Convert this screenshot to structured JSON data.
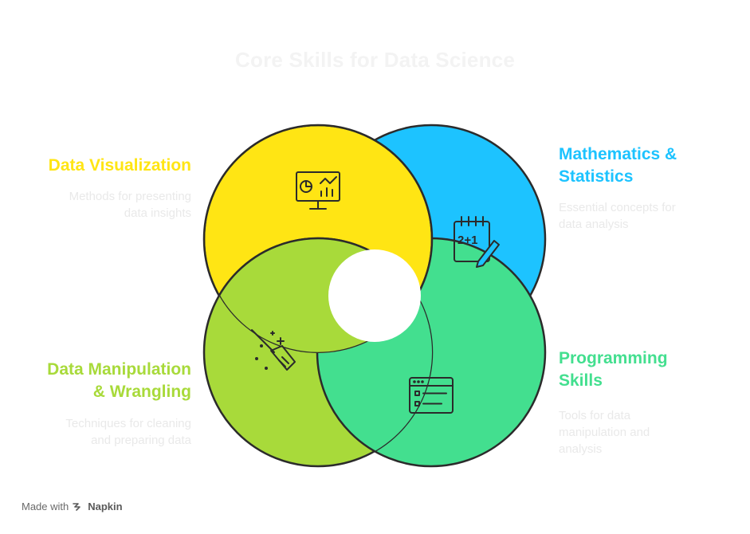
{
  "title": "Core Skills for Data Science",
  "colors": {
    "visualization": "#FFE514",
    "mathematics": "#1DC3FF",
    "manipulation": "#A8DA3A",
    "programming": "#43DF8F",
    "outline": "#2b2b2b"
  },
  "skills": [
    {
      "label_lines": [
        "Data Visualization"
      ],
      "description_lines": [
        "Methods for presenting",
        "data insights"
      ],
      "icon": "dashboard-monitor-icon",
      "color": "#FFE514"
    },
    {
      "label_lines": [
        "Mathematics &",
        "Statistics"
      ],
      "description_lines": [
        "Essential concepts for",
        "data analysis"
      ],
      "icon": "calendar-calculation-icon",
      "color": "#1DC3FF"
    },
    {
      "label_lines": [
        "Data Manipulation",
        "& Wrangling"
      ],
      "description_lines": [
        "Techniques for cleaning",
        "and preparing data"
      ],
      "icon": "broom-sparkle-icon",
      "color": "#A8DA3A"
    },
    {
      "label_lines": [
        "Programming",
        "Skills"
      ],
      "description_lines": [
        "Tools for data",
        "manipulation and",
        "analysis"
      ],
      "icon": "code-window-icon",
      "color": "#43DF8F"
    }
  ],
  "footer": {
    "prefix": "Made with",
    "brand": "Napkin"
  }
}
